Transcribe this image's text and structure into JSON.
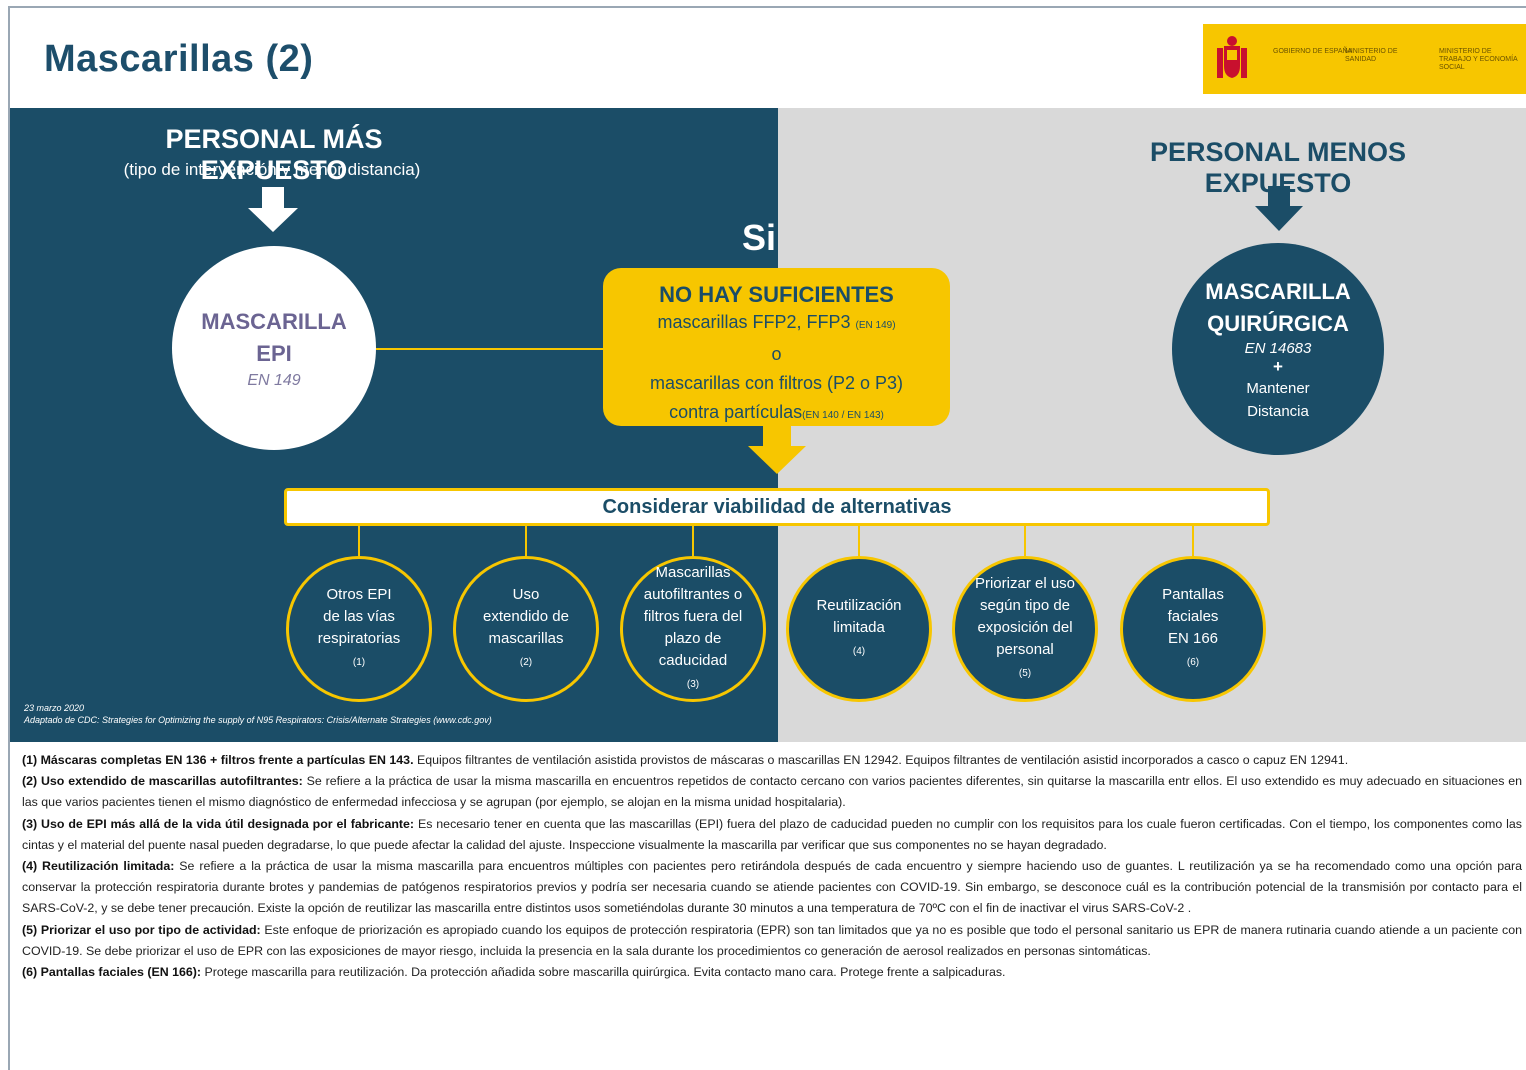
{
  "title": "Mascarillas (2)",
  "logo": {
    "ministry1": "GOBIERNO DE ESPAÑA",
    "ministry2": "MINISTERIO DE SANIDAD",
    "ministry3": "MINISTERIO DE TRABAJO Y ECONOMÍA SOCIAL"
  },
  "left": {
    "heading": "PERSONAL MÁS EXPUESTO",
    "subheading": "(tipo de intervención y menor distancia)",
    "circle": {
      "line1": "MASCARILLA",
      "line2": "EPI",
      "standard": "EN 149"
    }
  },
  "right": {
    "heading": "PERSONAL MENOS EXPUESTO",
    "circle": {
      "line1": "MASCARILLA",
      "line2": "QUIRÚRGICA",
      "standard": "EN 14683",
      "plus": "+",
      "line3": "Mantener",
      "line4": "Distancia"
    }
  },
  "si_label": "Si",
  "shortage": {
    "heading": "NO HAY SUFICIENTES",
    "line1": "mascarillas FFP2, FFP3",
    "line1_ref": "(EN 149)",
    "or": "o",
    "line2": "mascarillas con filtros (P2 o P3)",
    "line3": "contra partículas",
    "line3_ref": "(EN 140 / EN 143)"
  },
  "consider": "Considerar viabilidad de alternativas",
  "options": [
    {
      "lines": [
        "Otros EPI",
        "de las vías",
        "respiratorias"
      ],
      "ref": "(1)"
    },
    {
      "lines": [
        "Uso",
        "extendido de",
        "mascarillas"
      ],
      "ref": "(2)"
    },
    {
      "lines": [
        "Mascarillas",
        "autofiltrantes o",
        "filtros fuera del",
        "plazo de",
        "caducidad"
      ],
      "ref": "(3)"
    },
    {
      "lines": [
        "Reutilización",
        "limitada"
      ],
      "ref": "(4)"
    },
    {
      "lines": [
        "Priorizar el uso",
        "según tipo de",
        "exposición del",
        "personal"
      ],
      "ref": "(5)"
    },
    {
      "lines": [
        "Pantallas",
        "faciales",
        "EN 166"
      ],
      "ref": "(6)"
    }
  ],
  "credit": {
    "date": "23 marzo 2020",
    "source": "Adaptado de CDC: Strategies for Optimizing the supply of N95 Respirators: Crisis/Alternate Strategies (www.cdc.gov)"
  },
  "notes": [
    {
      "label": "(1) Máscaras completas EN 136 + filtros frente a partículas EN 143.",
      "text": " Equipos filtrantes de ventilación asistida provistos de máscaras o mascarillas EN 12942. Equipos filtrantes de ventilación asistid incorporados a casco o capuz EN 12941."
    },
    {
      "label": "(2) Uso extendido de mascarillas autofiltrantes:",
      "text": " Se refiere a la práctica de usar la misma mascarilla en encuentros repetidos de contacto cercano con varios pacientes diferentes, sin quitarse la mascarilla entr ellos. El uso extendido es muy adecuado en situaciones en las que varios pacientes tienen el mismo diagnóstico de enfermedad infecciosa y se agrupan (por ejemplo, se alojan en la misma unidad hospitalaria)."
    },
    {
      "label": "(3) Uso de EPI más allá de la vida útil designada por el fabricante:",
      "text": " Es necesario tener en cuenta que las mascarillas (EPI) fuera del plazo de caducidad pueden no cumplir con los requisitos para los cuale fueron certificadas. Con el tiempo, los componentes como las cintas y el material del puente nasal pueden degradarse, lo que puede afectar la calidad del ajuste. Inspeccione visualmente la mascarilla par verificar que sus componentes no se hayan degradado."
    },
    {
      "label": "(4) Reutilización limitada:",
      "text": " Se refiere a la práctica de usar la misma mascarilla para encuentros múltiples con pacientes pero retirándola después de cada encuentro y siempre haciendo uso de guantes. L reutilización ya se ha recomendado como una opción para conservar la protección respiratoria durante brotes y pandemias de patógenos respiratorios previos y podría ser necesaria cuando se atiende pacientes con COVID-19. Sin embargo, se desconoce cuál es la contribución potencial de la transmisión por contacto para el SARS-CoV-2, y se debe tener precaución. Existe la opción de reutilizar las mascarilla entre distintos usos sometiéndolas durante 30 minutos a una temperatura de 70ºC con el fin de inactivar el virus SARS-CoV-2 ."
    },
    {
      "label": "(5) Priorizar el uso por tipo de actividad:",
      "text": " Este enfoque de priorización es apropiado cuando los equipos de protección respiratoria (EPR) son tan limitados que ya no es posible que todo el personal sanitario us EPR de manera rutinaria cuando atiende a un paciente con COVID-19.  Se debe priorizar el uso de EPR con las exposiciones de mayor riesgo, incluida la presencia en la sala durante los procedimientos co generación de aerosol realizados en personas sintomáticas."
    },
    {
      "label": "(6) Pantallas faciales (EN 166):",
      "text": " Protege mascarilla para reutilización. Da protección añadida sobre mascarilla quirúrgica. Evita contacto mano cara. Protege frente a salpicaduras."
    }
  ],
  "colors": {
    "navy": "#1b4d67",
    "yellow": "#f7c600",
    "grey": "#d9d9d9"
  }
}
